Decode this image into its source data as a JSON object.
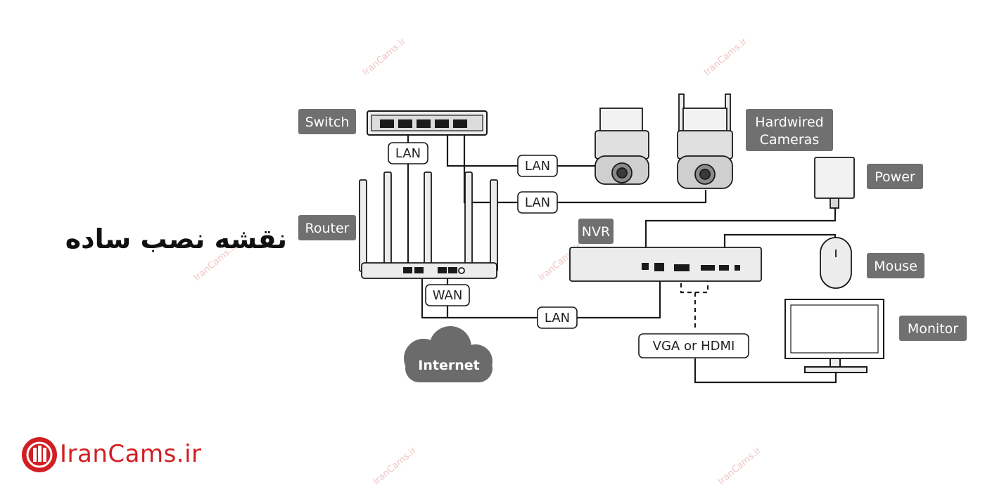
{
  "title": "نقشه نصب ساده",
  "brand": {
    "logo_text": "IranCams.ir",
    "watermark": "IranCams.ir",
    "color": "#d21e22"
  },
  "device_tags": {
    "switch": "Switch",
    "router": "Router",
    "nvr": "NVR",
    "hardwired_line1": "Hardwired",
    "hardwired_line2": "Cameras",
    "power": "Power",
    "mouse": "Mouse",
    "monitor": "Monitor"
  },
  "connection_labels": {
    "switch_router": "LAN",
    "switch_camera1": "LAN",
    "switch_camera2": "LAN",
    "router_wan": "WAN",
    "router_nvr": "LAN",
    "nvr_monitor": "VGA or HDMI"
  },
  "cloud_label": "Internet",
  "colors": {
    "tag_bg": "#707070",
    "line": "#1a1a1a",
    "device_fill": "#ececec",
    "cloud": "#6b6b6b"
  }
}
